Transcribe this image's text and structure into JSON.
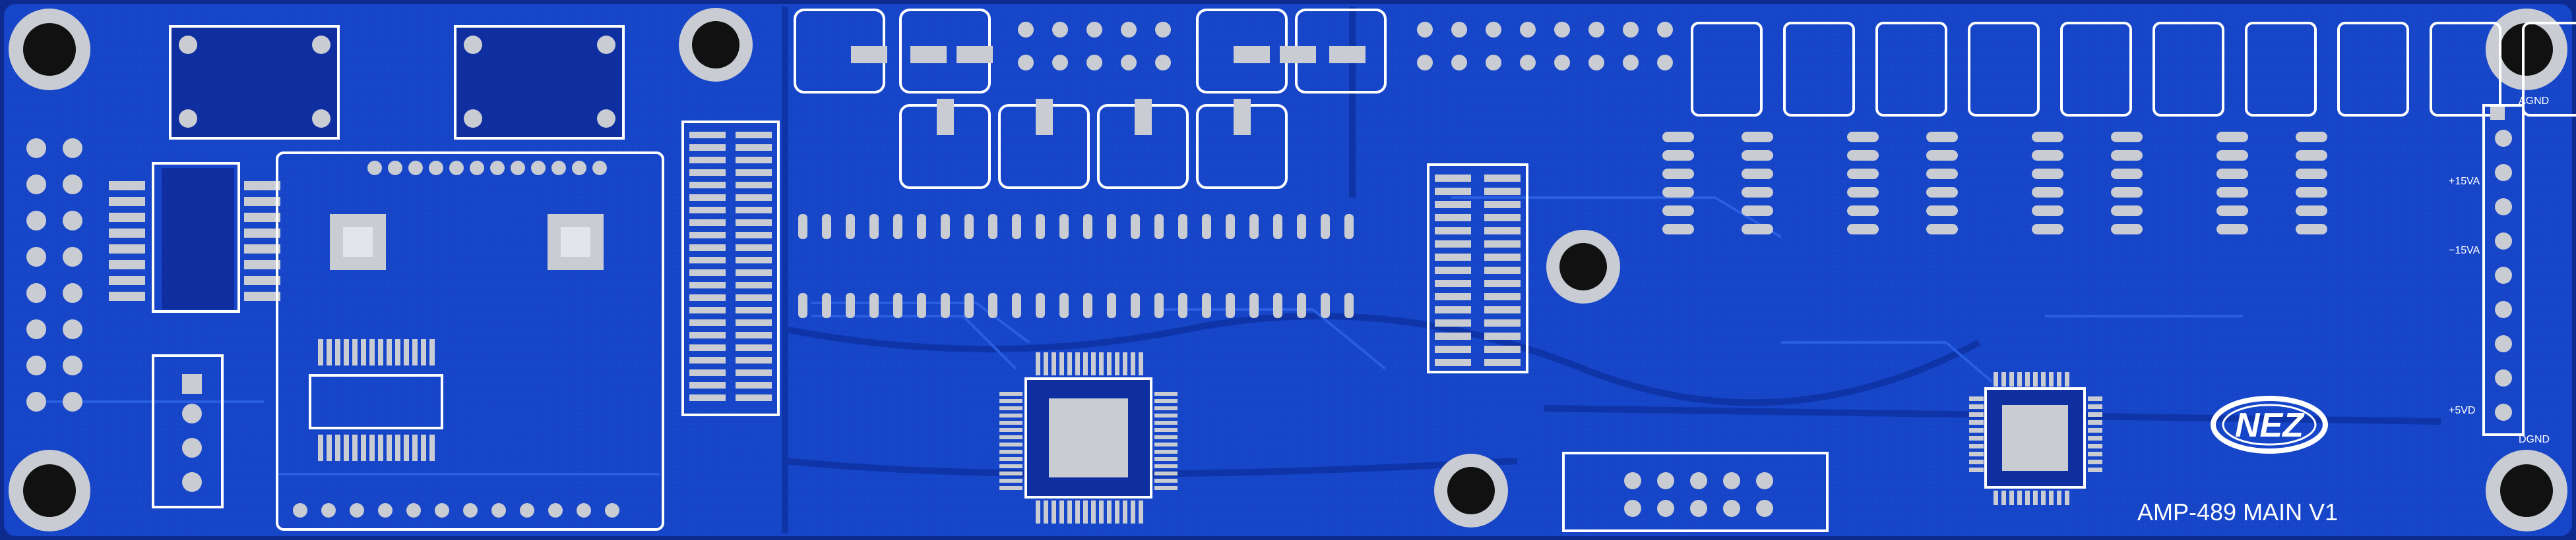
{
  "board": {
    "title": "AMP-489  MAIN  V1",
    "logo_text": "NEZ",
    "colors": {
      "substrate": "#0d2a8f",
      "copper_pour": "#1744c9",
      "trace": "#2b5be0",
      "pad": "#b9bcc4",
      "silkscreen": "#ffffff",
      "hole": "#111111"
    }
  },
  "labels": {
    "agnd": "AGND",
    "plus15": "+15VA",
    "minus15": "−15VA",
    "plus5": "+5VD",
    "dgnd": "DGND"
  }
}
